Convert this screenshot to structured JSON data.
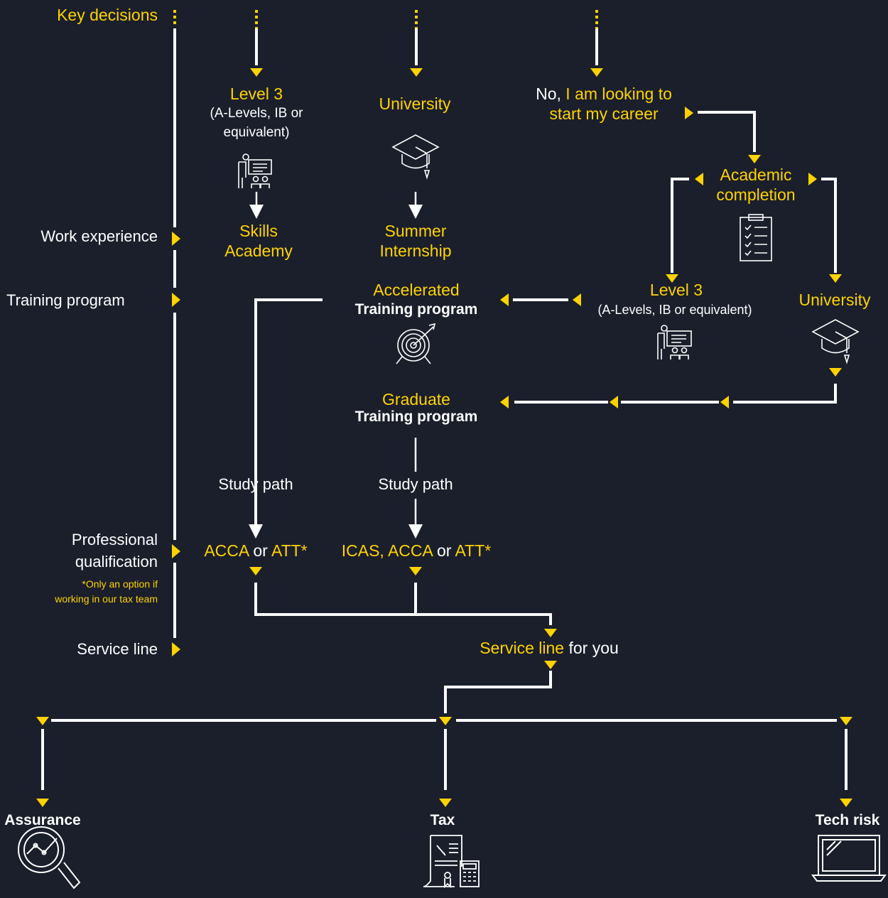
{
  "colors": {
    "background": "#1a1f2b",
    "accent": "#ffd200",
    "line": "#ffffff"
  },
  "stages": {
    "key_decisions": "Key decisions",
    "work_experience": "Work experience",
    "training_program": "Training program",
    "professional_qualification_1": "Professional",
    "professional_qualification_2": "qualification",
    "footnote_1": "*Only an option if",
    "footnote_2": "working in our tax team",
    "service_line": "Service line"
  },
  "level3_col": {
    "title": "Level 3",
    "sub1": "(A-Levels, IB or",
    "sub2": "equivalent)",
    "icon": "classroom-teacher-icon",
    "next1": "Skills",
    "next2": "Academy"
  },
  "university_col": {
    "title": "University",
    "icon": "graduation-cap-icon",
    "next1": "Summer",
    "next2": "Internship"
  },
  "career_col": {
    "no": "No,",
    "line1": " I am looking to",
    "line2": "start my career",
    "completion1": "Academic",
    "completion2": "completion",
    "icon": "clipboard-checklist-icon",
    "level3_title": "Level 3",
    "level3_sub": "(A-Levels, IB or equivalent)",
    "level3_icon": "classroom-teacher-icon",
    "university_title": "University",
    "university_icon": "graduation-cap-icon"
  },
  "accelerated": {
    "line1": "Accelerated",
    "line2": "Training program",
    "icon": "target-arrow-icon"
  },
  "graduate": {
    "line1": "Graduate",
    "line2": "Training program"
  },
  "study_path": "Study path",
  "qualifications": {
    "left_acca": "ACCA",
    "left_or": " or ",
    "left_att": "ATT*",
    "right_icas": "ICAS, ACCA",
    "right_or": " or ",
    "right_att": "ATT*"
  },
  "service": {
    "highlight": "Service line",
    "rest": " for you"
  },
  "outcomes": {
    "assurance": "Assurance",
    "assurance_icon": "magnifier-chart-icon",
    "tax": "Tax",
    "tax_icon": "tax-calculator-icon",
    "tech_risk": "Tech risk",
    "tech_risk_icon": "laptop-icon"
  }
}
